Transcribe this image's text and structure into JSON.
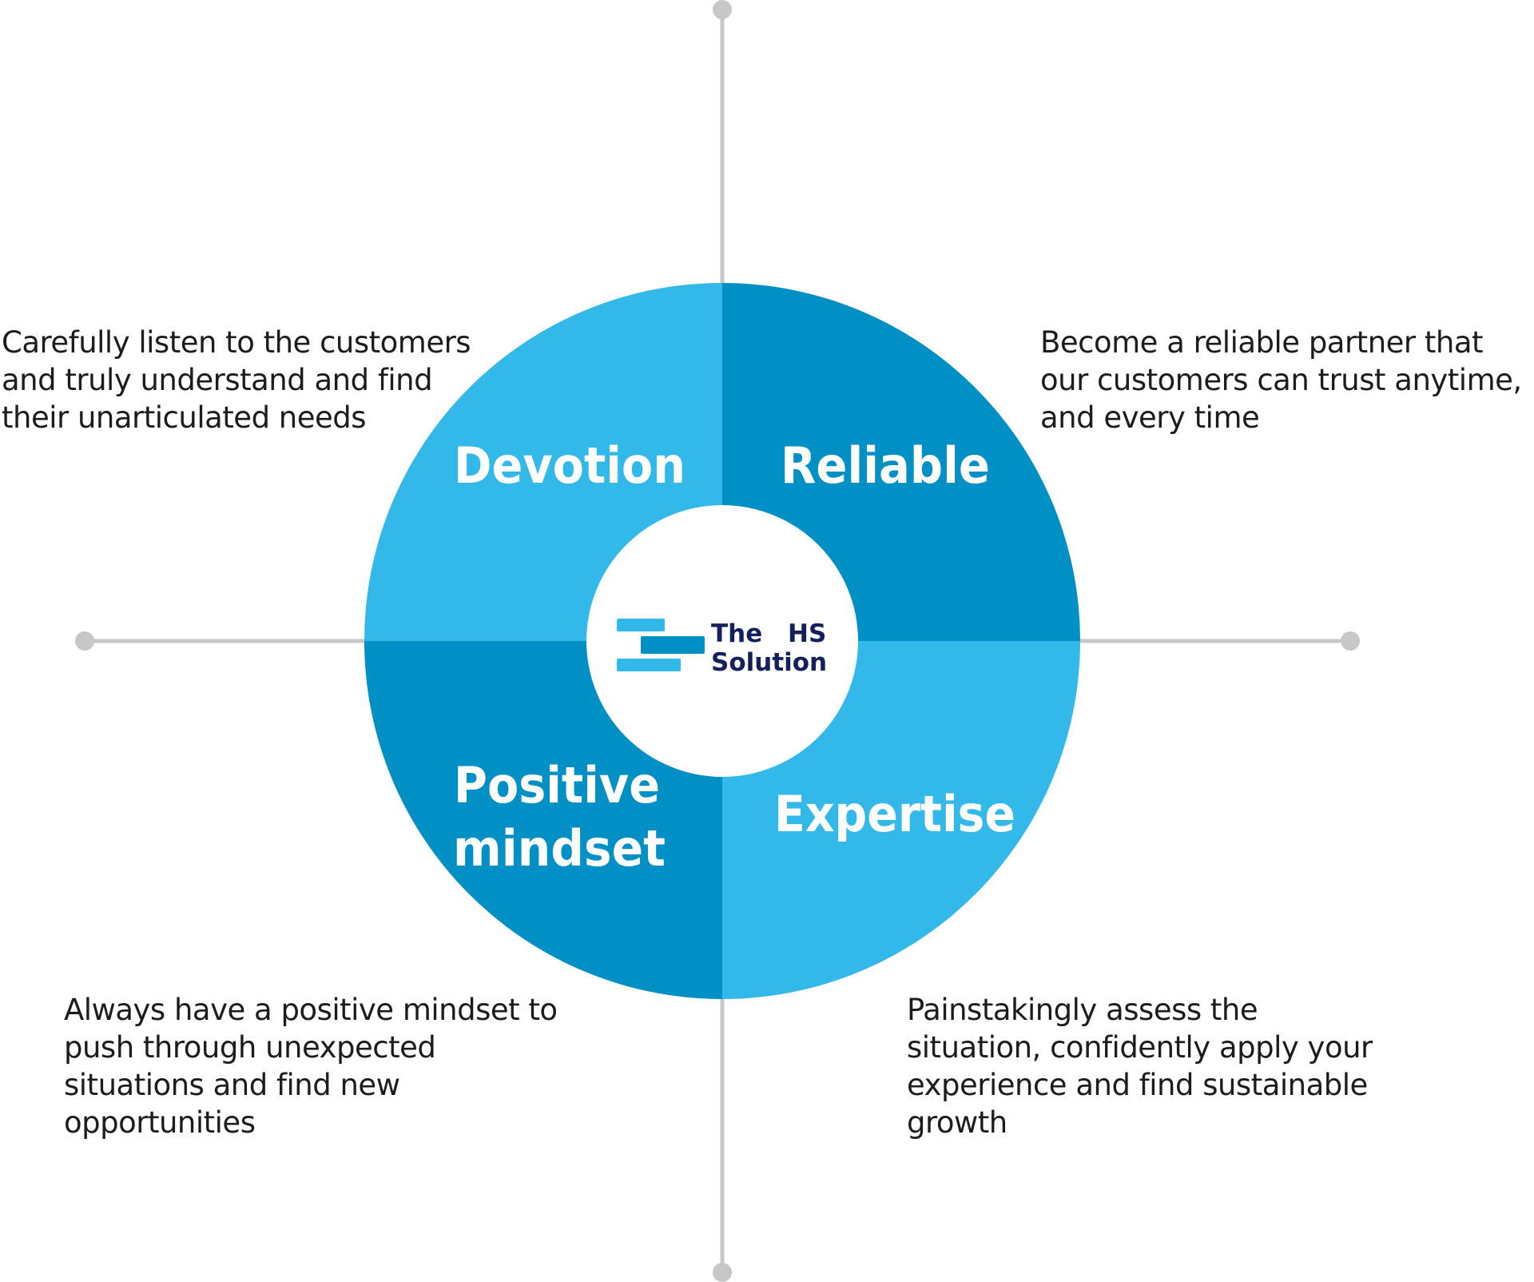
{
  "colors": {
    "light_blue": "#33b9e9",
    "dark_blue": "#0190c6",
    "axis_gray": "#c7c7c7",
    "logo_navy": "#14205e",
    "text": "#1c1c1c"
  },
  "center_logo": {
    "word_1": "The",
    "word_2": "HS",
    "word_3": "Solution"
  },
  "quadrants": {
    "devotion": {
      "label": "Devotion",
      "description": [
        "Carefully listen to the customers",
        "and truly understand and find",
        "their unarticulated needs"
      ]
    },
    "reliable": {
      "label": "Reliable",
      "description": [
        "Become a reliable partner that",
        "our customers can trust anytime,",
        "and every time"
      ]
    },
    "positive": {
      "label_line_1": "Positive",
      "label_line_2": "mindset",
      "description": [
        "Always have a positive mindset to",
        "push through unexpected",
        "situations and find new",
        "opportunities"
      ]
    },
    "expertise": {
      "label": "Expertise",
      "description": [
        "Painstakingly assess the",
        "situation, confidently apply your",
        "experience and find sustainable",
        "growth"
      ]
    }
  }
}
